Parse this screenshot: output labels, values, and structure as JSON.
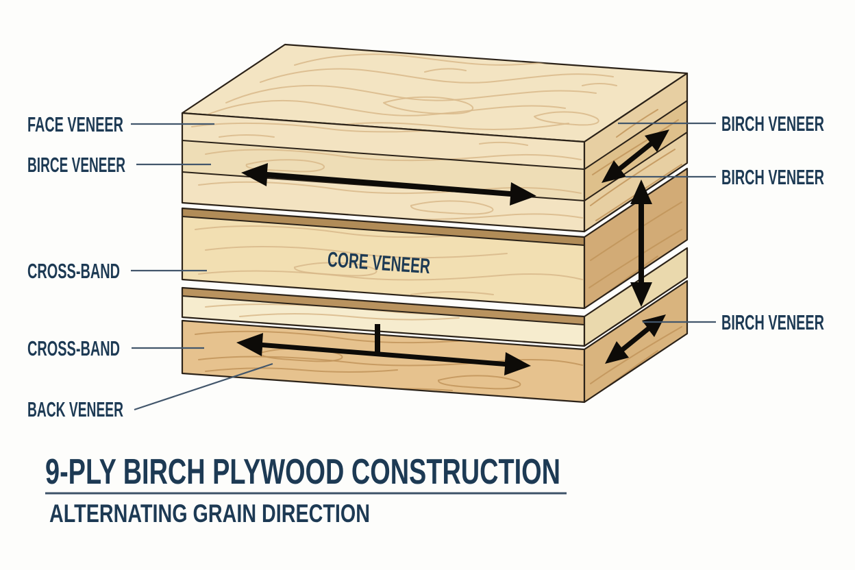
{
  "title": {
    "text": "9-PLY BIRCH PLYWOOD CONSTRUCTION",
    "subtitle": "ALTERNATING GRAIN DIRECTION"
  },
  "labels": {
    "left": [
      {
        "text": "FACE VENEER"
      },
      {
        "text": "BIRCE VENEER"
      },
      {
        "text": "CROSS-BAND"
      },
      {
        "text": "CROSS-BAND"
      },
      {
        "text": "BACK VENEER"
      }
    ],
    "right": [
      {
        "text": "BIRCH VENEER"
      },
      {
        "text": "BIRCH VENEER"
      },
      {
        "text": "BIRCH VENEER"
      }
    ],
    "core": {
      "text": "CORE VENEER"
    }
  },
  "colors": {
    "background": "#fdfdfb",
    "ink_navy": "#1d3a54",
    "leader": "#42566b",
    "underline": "#3d5268",
    "outline": "#2b2218",
    "arrow": "#0d0b08",
    "wood_top": "#f3e4c2",
    "wood_front_a": "#f3e3c1",
    "wood_front_b": "#eeddb6",
    "wood_core": "#f2dfb2",
    "wood_core_strip": "#b18c58",
    "wood_strip3": "#b9935f",
    "wood_cream": "#f6ecce",
    "wood_bottom": "#e6c28e",
    "wood_side_a": "#e7cfa2",
    "wood_side_b": "#dec08b",
    "wood_side_core": "#d2ab76",
    "wood_side_cream": "#ead9ad",
    "wood_side_bottom": "#d9b47e",
    "grain_light": "#d8b88a",
    "grain_dark": "#c1945a"
  }
}
